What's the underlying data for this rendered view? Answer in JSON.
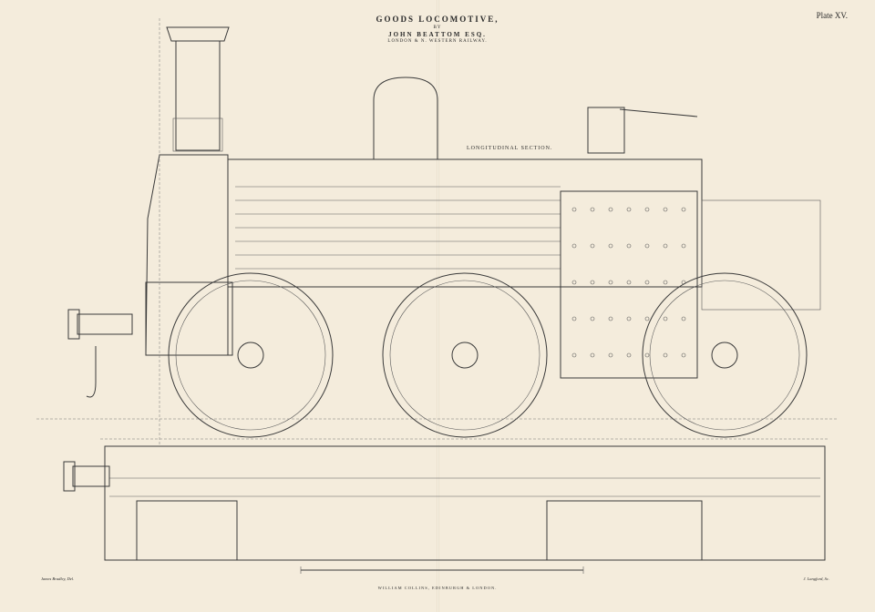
{
  "plate": {
    "title": "GOODS LOCOMOTIVE,",
    "by": "BY",
    "author": "JOHN BEATTOM ESQ.",
    "railway": "LONDON & N. WESTERN RAILWAY.",
    "plate_number": "Plate XV.",
    "section_label": "LONGITUDINAL SECTION.",
    "drawn_by": "James Bradley, Del.",
    "engraver": "J. Langford, Sc.",
    "publisher": "WILLIAM COLLINS, EDINBURGH & LONDON."
  }
}
